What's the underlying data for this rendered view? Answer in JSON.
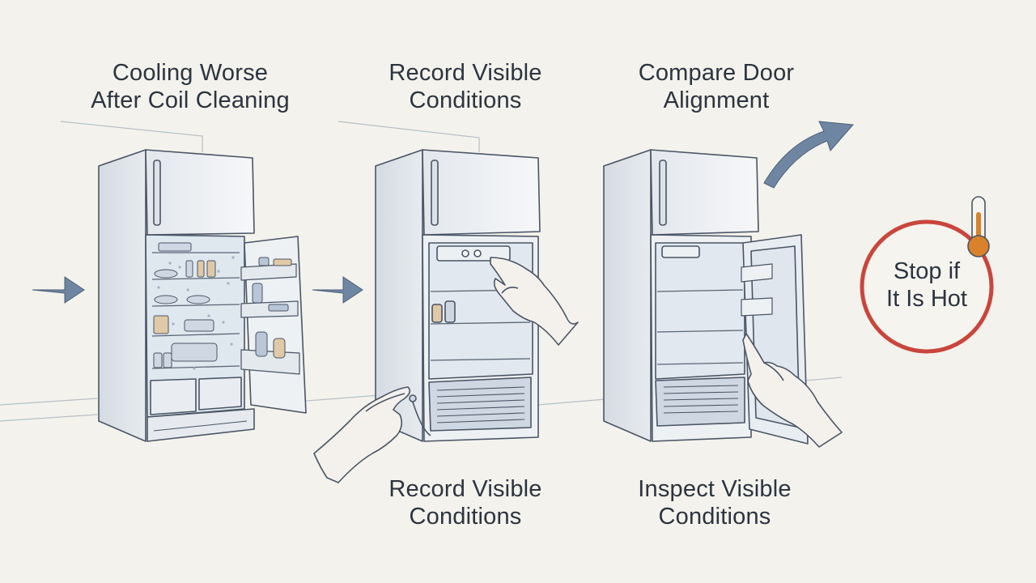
{
  "steps": [
    {
      "id": "step1",
      "title_lines": [
        "Cooling Worse",
        "After Coil Cleaning"
      ]
    },
    {
      "id": "step2",
      "title_lines": [
        "Record Visible",
        "Conditions"
      ],
      "caption_lines": [
        "Record Visible",
        "Conditions"
      ]
    },
    {
      "id": "step3",
      "title_lines": [
        "Compare Door",
        "Alignment"
      ],
      "caption_lines": [
        "Inspect Visible",
        "Conditions"
      ]
    }
  ],
  "warning": {
    "lines": [
      "Stop if",
      "It Is Hot"
    ],
    "ring_color": "#c9463d",
    "icon": "thermometer-icon"
  },
  "colors": {
    "arrow": "#6f86a3",
    "ink": "#4a5565",
    "fridge_body": "#eef1f4",
    "interior": "#dfe7ef",
    "thermometer_bulb": "#d9822b"
  }
}
